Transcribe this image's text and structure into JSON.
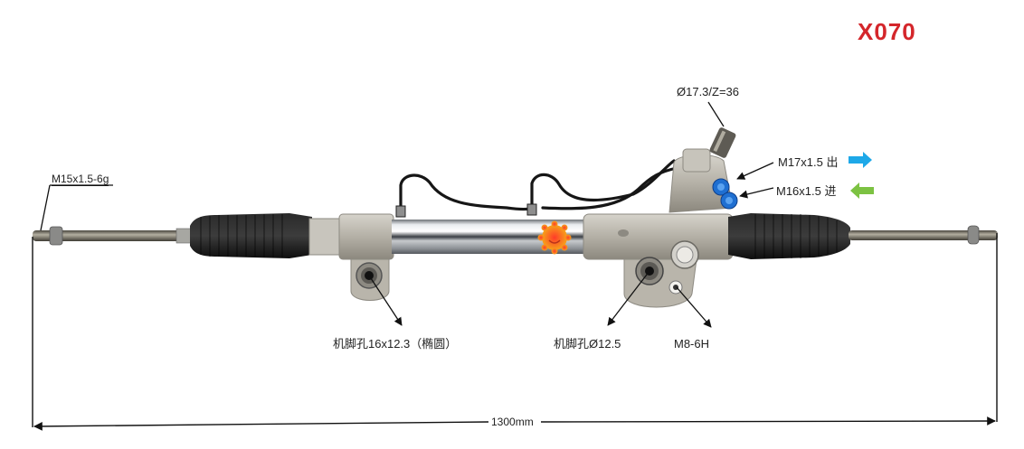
{
  "product": {
    "code": "X070",
    "code_color": "#d4262b",
    "type": "power-steering-rack"
  },
  "annotations": {
    "pinion": "Ø17.3/Z=36",
    "outlet_port": "M17x1.5 出",
    "inlet_port": "M16x1.5 进",
    "tie_rod_thread": "M15x1.5-6g",
    "mount_hole_left": "机脚孔16x12.3（椭圆）",
    "mount_hole_right": "机脚孔Ø12.5",
    "bolt_thread": "M8-6H",
    "overall_length": "1300mm"
  },
  "arrows": {
    "outlet_color": "#1ea8e8",
    "inlet_color": "#7cc242"
  },
  "colors": {
    "boot": "#1b1b1b",
    "housing": "#b9b6ae",
    "tube": "#d8dadc",
    "rod": "#7a776d",
    "cap": "#1f6fd1",
    "logo": "#f07a1e"
  }
}
